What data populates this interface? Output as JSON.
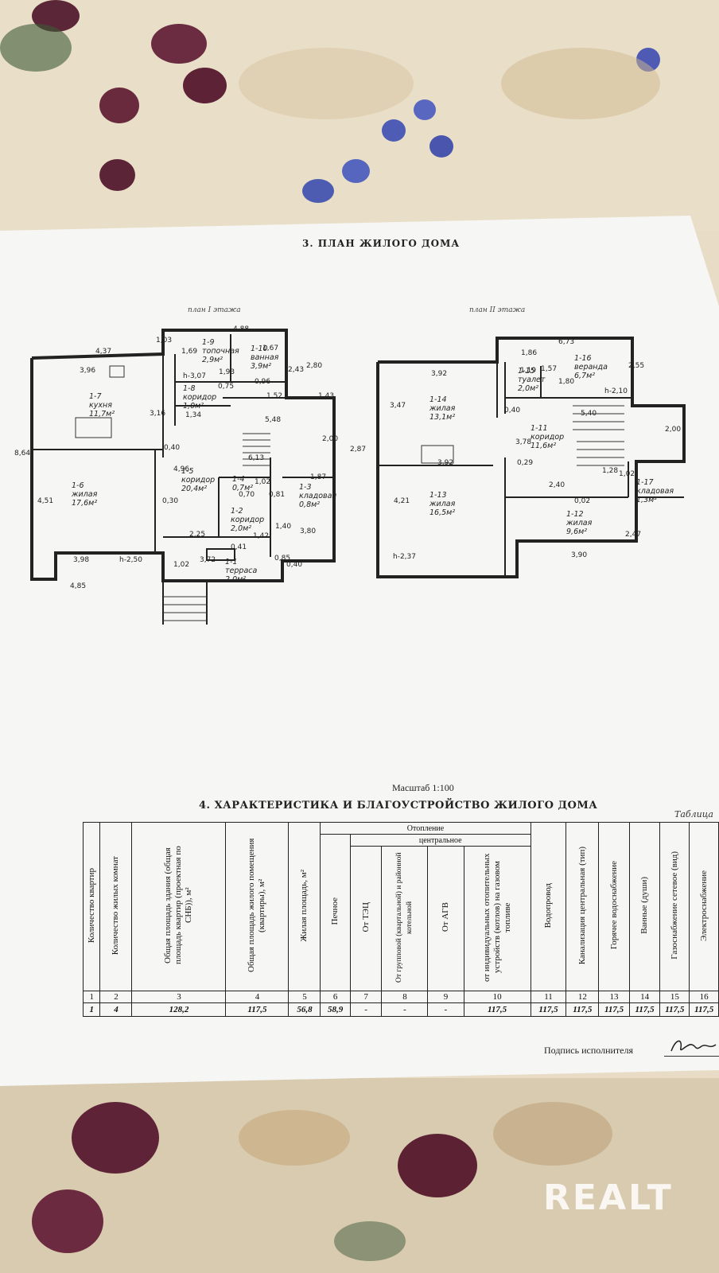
{
  "plan_section": {
    "title": "3. ПЛАН ЖИЛОГО ДОМА",
    "floor1_label": "план I этажа",
    "floor2_label": "план II этажа",
    "scale": "Масштаб  1:100",
    "floor1_rooms": [
      {
        "name": "топочная",
        "code": "1-9",
        "area": "2,9м²"
      },
      {
        "name": "ванная",
        "code": "1-10",
        "area": "3,9м²"
      },
      {
        "name": "кухня",
        "code": "1-7",
        "area": "11,7м²"
      },
      {
        "name": "коридор",
        "code": "1-8",
        "area": "1,0м²"
      },
      {
        "name": "жилая",
        "code": "1-6",
        "area": "17,6м²"
      },
      {
        "name": "коридор",
        "code": "1-5",
        "area": "20,4м²"
      },
      {
        "name": "",
        "code": "1-4",
        "area": "0,7м²"
      },
      {
        "name": "кладовая",
        "code": "1-3",
        "area": "0,8м²"
      },
      {
        "name": "коридор",
        "code": "1-2",
        "area": "2,0м²"
      },
      {
        "name": "терраса",
        "code": "1-1",
        "area": "2,0м²"
      }
    ],
    "floor1_dims": [
      "4,88",
      "4,37",
      "3,96",
      "1,03",
      "1,69",
      "1,67",
      "2,80",
      "h-3,07",
      "1,93",
      "0,75",
      "0,96",
      "2,43",
      "1,52",
      "1,43",
      "1,34",
      "3,16",
      "5,48",
      "8,64",
      "0,40",
      "4,96",
      "6,13",
      "2,00",
      "2,87",
      "1,87",
      "0,70",
      "1,02",
      "0,81",
      "4,51",
      "0,30",
      "1,40",
      "3,80",
      "1,42",
      "2,25",
      "0,41",
      "3,98",
      "h-2,50",
      "3,72",
      "0,85",
      "0,40",
      "1,02",
      "4,85"
    ],
    "floor2_rooms": [
      {
        "name": "веранда",
        "code": "1-16",
        "area": "6,7м²"
      },
      {
        "name": "жилая",
        "code": "1-14",
        "area": "13,1м²"
      },
      {
        "name": "туалет",
        "code": "1-15",
        "area": "2,0м²"
      },
      {
        "name": "коридор",
        "code": "1-11",
        "area": "11,6м²"
      },
      {
        "name": "жилая",
        "code": "1-13",
        "area": "16,5м²"
      },
      {
        "name": "кладовая",
        "code": "1-17",
        "area": "1,3м²"
      },
      {
        "name": "жилая",
        "code": "1-12",
        "area": "9,6м²"
      }
    ],
    "floor2_dims": [
      "6,73",
      "1,86",
      "3,92",
      "1,19",
      "1,57",
      "1,80",
      "2,55",
      "h-2,10",
      "3,47",
      "0,40",
      "5,40",
      "2,00",
      "3,78",
      "3,92",
      "0,29",
      "1,28",
      "1,02",
      "2,40",
      "0,02",
      "4,21",
      "2,47",
      "h-2,37",
      "3,90"
    ]
  },
  "characteristics": {
    "title": "4. ХАРАКТЕРИСТИКА И БЛАГОУСТРОЙСТВО ЖИЛОГО ДОМА",
    "table_label": "Таблица",
    "group_heating": "Отопление",
    "group_central": "центральное",
    "columns": [
      "Количество квартир",
      "Количество жилых комнат",
      "Общая площадь здания (общая площадь квартир (проектная по СНБ)), м²",
      "Общая площадь жилого помещения (квартиры), м²",
      "Жилая площадь, м²",
      "Печное",
      "От ТЭЦ",
      "От групповой (квартальной) и районной котельной",
      "От АГВ",
      "от индивидуальных отопительных устройств (котлов) на газовом топливе",
      "Водопровод",
      "Канализация центральная (тип)",
      "Горячее водоснабжение",
      "Ванные (души)",
      "Газоснабжение сетевое (вид)",
      "Электроснабжение"
    ],
    "numbers": [
      "1",
      "2",
      "3",
      "4",
      "5",
      "6",
      "7",
      "8",
      "9",
      "10",
      "11",
      "12",
      "13",
      "14",
      "15",
      "16"
    ],
    "values": [
      "1",
      "4",
      "128,2",
      "117,5",
      "56,8",
      "58,9",
      "-",
      "-",
      "-",
      "117,5",
      "117,5",
      "117,5",
      "117,5",
      "117,5",
      "117,5",
      "117,5"
    ],
    "signature_label": "Подпись исполнителя"
  },
  "watermark": "REALT"
}
